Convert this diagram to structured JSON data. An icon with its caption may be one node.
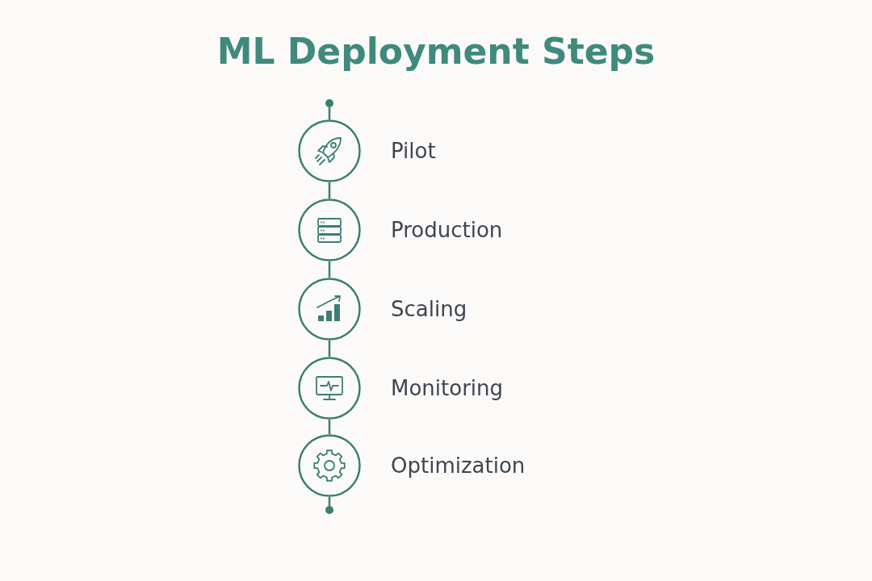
{
  "diagram": {
    "title": "ML Deployment Steps",
    "nodes": [
      {
        "text": [],
        "shape": "circle"
      },
      {
        "text": [
          "Pilot"
        ]
      },
      {
        "text": [
          "Production"
        ]
      },
      {
        "text": [
          "Scaling"
        ]
      },
      {
        "text": [
          "Monitoring"
        ]
      },
      {
        "text": [
          "Optimization"
        ]
      },
      {
        "text": [],
        "shape": "circle"
      }
    ],
    "edges": [
      {
        "from": 0,
        "to": 1,
        "arrow": "none"
      },
      {
        "from": 1,
        "to": 2,
        "arrow": "none"
      },
      {
        "from": 2,
        "to": 3,
        "arrow": "none"
      },
      {
        "from": 3,
        "to": 4,
        "arrow": "none"
      },
      {
        "from": 4,
        "to": 5,
        "arrow": "none"
      },
      {
        "from": 5,
        "to": 6,
        "arrow": "none"
      }
    ]
  }
}
